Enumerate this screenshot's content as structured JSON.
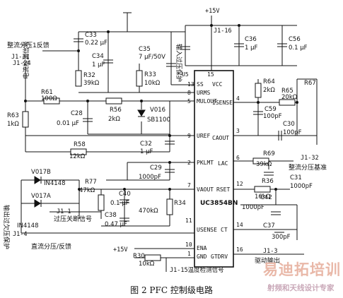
{
  "figure": {
    "caption": "图 2 PFC 控制级电路"
  },
  "chip": {
    "name": "UC3854BN",
    "pins": {
      "ss": "SS",
      "p13": "13",
      "urms": "URMS",
      "p8": "8",
      "mulout": "MULOUT",
      "p5": "5",
      "uref": "UREF",
      "p9": "9",
      "pklmt": "PKLMT",
      "p2": "2",
      "vaout": "VAOUT",
      "p7": "7",
      "usense": "USENSE",
      "p11": "11",
      "ena": "ENA",
      "p10": "10",
      "gnd": "GND",
      "p1": "1",
      "vcc": "VCC",
      "p15": "15",
      "isense": "ISENSE",
      "p4": "4",
      "caout": "CAOUT",
      "p3": "3",
      "lac": "LAC",
      "p6": "6",
      "rset": "RSET",
      "p12": "12",
      "ct": "CT",
      "p14": "14",
      "gtdrv": "GTDRV",
      "p16": "16"
    }
  },
  "labels": {
    "u5": "U5",
    "supply_top": "+15V",
    "supply_bottom": "+15V",
    "j1_16": "J1-16",
    "j1_31": "J1-31",
    "j1_24": "J1-24",
    "j1_1": "J1-1",
    "j1_4": "J1-4",
    "j1_32": "J1-32",
    "j1_3": "J1-3",
    "j1_15": "J1-15温度检测信号",
    "rect_fb": "整流分压1反馈",
    "current_detect": "电流检测信号",
    "input_ovp": "输入过压保护",
    "out_ouv": "输出过欠压保护",
    "rect_off": "过压关断信号",
    "dc_fb": "直流分压/反馈",
    "rect_ref": "整流分压基准",
    "drive_out": "驱动输出"
  },
  "components": {
    "c33": "C33",
    "c33v": "0.22 μF",
    "c34": "C34",
    "c34v": "1 μF",
    "c35": "C35",
    "c35v": "7 μF/50V",
    "r32": "R32",
    "r32v": "39kΩ",
    "r33": "R33",
    "r33v": "10kΩ",
    "c36": "C36",
    "c36v": "1 μF",
    "c56": "C56",
    "c56v": "0.1 μF",
    "r64": "R64",
    "r64v": "2kΩ",
    "r67": "R67",
    "r65": "R65",
    "r65v": "20kΩ",
    "c59": "C59",
    "c59v": "100pF",
    "c30": "C30",
    "c30v": "100pF",
    "r61": "R61",
    "r61v": "100Ω",
    "r63": "R63",
    "r63v": "1kΩ",
    "c28": "C28",
    "c28v": "0.01 μF",
    "r56": "R56",
    "r56v": "2kΩ",
    "v016": "V016",
    "sb1100": "SB1100",
    "r58": "R58",
    "r58v": "12kΩ",
    "c32": "C32",
    "c32v": "1 μF",
    "c29": "C29",
    "c29v": "1000pF",
    "r69": "R69",
    "r69v": "39kΩ",
    "c31": "C31",
    "c31v": "1000pF",
    "r36": "R36",
    "r36v": "16kΩ",
    "c42": "C42",
    "c42v": "1000pF",
    "c37": "C37",
    "c37v": "300pF",
    "v017b": "V017B",
    "in4148a": "IN4148",
    "v017a": "V017A",
    "in4148b": "IN4148",
    "r77": "R77",
    "r77v": "47kΩ",
    "c40": "C40",
    "c40v": "0.1 μF",
    "c38": "C38",
    "c38v": "0.47 μF",
    "r34": "R34",
    "r34v": "470kΩ",
    "r30": "R30",
    "r30v": "10kΩ"
  },
  "watermark": {
    "brand": "易迪拓培训",
    "slogan": "射频和天线设计专家"
  }
}
